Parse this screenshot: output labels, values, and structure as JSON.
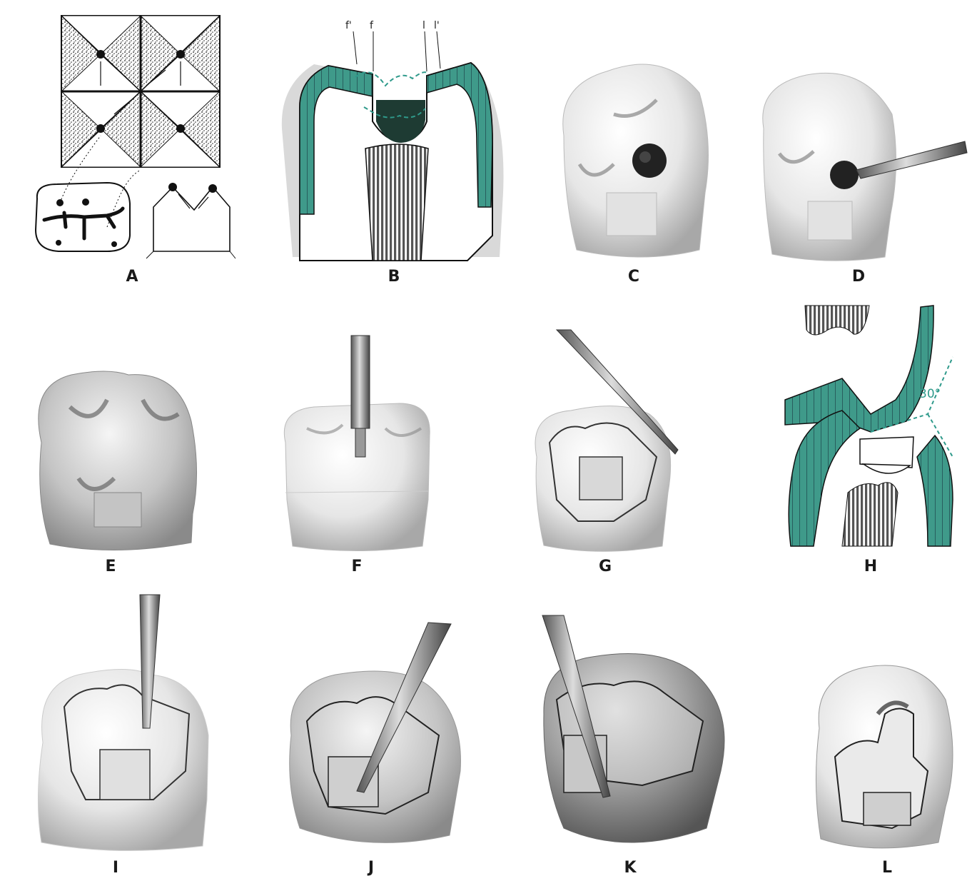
{
  "panels": {
    "A": "A",
    "B": "B",
    "C": "C",
    "D": "D",
    "E": "E",
    "F": "F",
    "G": "G",
    "H": "H",
    "I": "I",
    "J": "J",
    "K": "K",
    "L": "L"
  },
  "b_labels": {
    "f_prime": "f'",
    "f": "f",
    "l": "l",
    "l_prime": "l'"
  },
  "h_angle": "30°",
  "colors": {
    "enamel": "#3f9a8a",
    "caries": "#1e3b33",
    "dentin_stripe": "#555555",
    "tooth_light": "#f2f2f2",
    "tooth_mid": "#cfcfcf",
    "tooth_dark": "#9a9a9a"
  }
}
